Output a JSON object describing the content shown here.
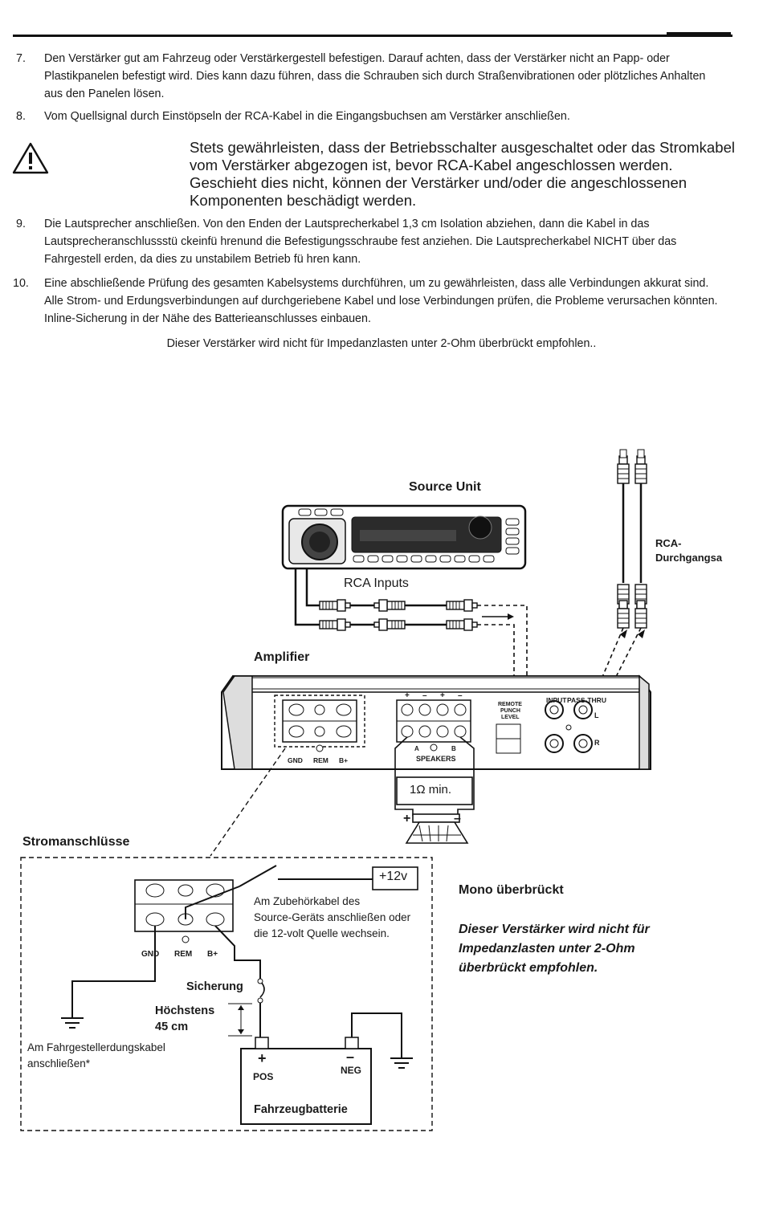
{
  "steps": [
    {
      "num": "7.",
      "text": "Den Verstärker gut am Fahrzeug oder Verstärkergestell befestigen. Darauf achten, dass der Verstärker nicht an Papp- oder Plastikpanelen befestigt wird. Dies kann dazu führen, dass die Schrauben sich durch Straßenvibrationen oder plötzliches Anhalten aus den Panelen lösen."
    },
    {
      "num": "8.",
      "text": "Vom Quellsignal durch Einstöpseln der RCA-Kabel in die Eingangsbuchsen am Verstärker anschließen."
    },
    {
      "num": "9.",
      "text": "Die Lautsprecher anschließen. Von den Enden der Lautsprecherkabel 1,3 cm Isolation abziehen, dann die Kabel in das Lautsprecheranschlussstü ckeinfü hrenund die Befestigungsschraube fest anziehen. Die Lautsprecherkabel NICHT über das Fahrgestell erden, da dies zu unstabilem Betrieb fü hren kann."
    },
    {
      "num": "10.",
      "text": "Eine abschließende Prüfung des gesamten Kabelsystems durchführen, um zu gewährleisten, dass alle Verbindungen akkurat sind. Alle Strom- und Erdungsverbindungen auf durchgeriebene Kabel und lose Verbindungen prüfen, die Probleme verursachen könnten. Inline-Sicherung in der Nähe des Batterieanschlusses einbauen."
    }
  ],
  "warning": "Stets gewährleisten, dass der Betriebsschalter ausgeschaltet oder das Stromkabel vom Verstärker abgezogen ist, bevor RCA-Kabel angeschlossen werden. Geschieht dies nicht, können der Verstärker und/oder die angeschlossenen Komponenten beschädigt werden.",
  "note": "Dieser Verstärker wird nicht für Impedanzlasten unter 2-Ohm überbrückt empfohlen..",
  "diagram": {
    "source_unit": "Source Unit",
    "rca_inputs": "RCA Inputs",
    "rca_passthru_1": "RCA-",
    "rca_passthru_2": "Durchgangsa",
    "amplifier": "Amplifier",
    "gnd": "GND",
    "rem": "REM",
    "bplus": "B+",
    "remote_punch": [
      "REMOTE",
      "PUNCH",
      "LEVEL"
    ],
    "input": "INPUT",
    "pass_thru": "PASS-THRU",
    "l": "L",
    "r": "R",
    "speakers": "SPEAKERS",
    "a": "A",
    "b_label": "B",
    "plus_minus": [
      "+",
      "–",
      "+",
      "–"
    ],
    "min_load": "1Ω min.",
    "sp_plus": "+",
    "sp_minus": "–",
    "power": "Stromanschlüsse",
    "v12": "+12v",
    "acc_note": [
      "Am Zubehörkabel des",
      "Source-Geräts anschließen oder",
      "die 12-volt Quelle wechsein."
    ],
    "fuse": "Sicherung",
    "max1": "Höchstens",
    "max2": "45 cm",
    "chassis": [
      "Am Fahrgestellerdungskabel",
      "anschließen*"
    ],
    "pos_plus": "+",
    "pos": "POS",
    "neg_minus": "–",
    "neg": "NEG",
    "battery": "Fahrzeugbatterie",
    "mono_title": "Mono überbrückt",
    "mono_note": "Dieser Verstärker wird nicht für Impedanzlasten unter 2-Ohm überbrückt empfohlen."
  }
}
